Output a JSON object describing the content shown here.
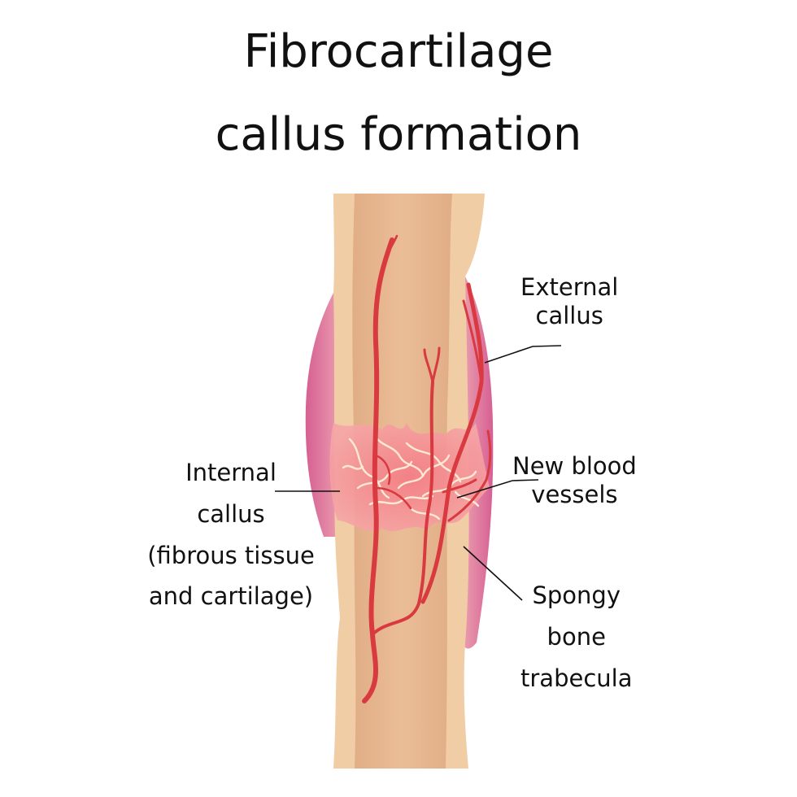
{
  "title": {
    "line1": "Fibrocartilage",
    "line2": "callus formation"
  },
  "labels": {
    "external_callus": [
      "External",
      "callus"
    ],
    "new_blood_vessels": [
      "New blood",
      "vessels"
    ],
    "spongy_bone_trabecula": [
      "Spongy",
      "bone",
      "trabecula"
    ],
    "internal_callus": [
      "Internal",
      "callus",
      "(fibrous tissue",
      "and cartilage)"
    ]
  },
  "colors": {
    "bone_cortex": "#f1cda6",
    "bone_marrow": "#e6b58f",
    "external_callus": "#d9789a",
    "internal_callus": "#f09aa0",
    "blood_vessel": "#d83a40",
    "trabecula": "#fde9d4",
    "leader_line": "#111111"
  }
}
